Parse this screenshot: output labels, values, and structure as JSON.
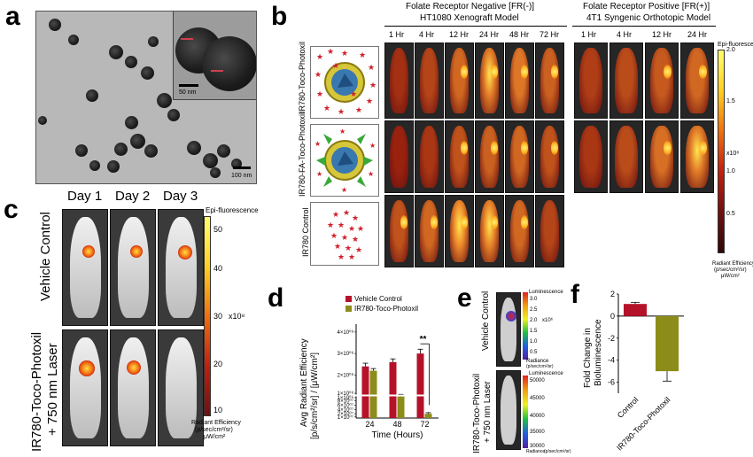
{
  "panel_labels": {
    "a": "a",
    "b": "b",
    "c": "c",
    "d": "d",
    "e": "e",
    "f": "f"
  },
  "panel_a": {
    "inset_scale": "50 nm",
    "main_scale": "100 nm"
  },
  "panel_b": {
    "group1_title": "Folate Receptor Negative [FR(-)]",
    "group1_subtitle": "HT1080 Xenograft Model",
    "group2_title": "Folate Receptor Positive [FR(+)]",
    "group2_subtitle": "4T1 Syngenic Orthotopic Model",
    "group1_times": [
      "1 Hr",
      "4 Hr",
      "12 Hr",
      "24 Hr",
      "48 Hr",
      "72 Hr"
    ],
    "group2_times": [
      "1 Hr",
      "4 Hr",
      "12 Hr",
      "24 Hr"
    ],
    "row_labels": [
      "IR780-Toco-Photoxil",
      "IR780-FA-Toco-Photoxil",
      "IR780 Control"
    ],
    "colorbar_title": "Epi-fluorescence",
    "colorbar_ticks": [
      "2.0",
      "1.5",
      "1.0",
      "0.5"
    ],
    "colorbar_multiplier": "x10⁸",
    "colorbar_units_1": "Radiant Efficiency",
    "colorbar_units_2": "(p/sec/cm²/sr)",
    "colorbar_units_3": "μW/cm²"
  },
  "panel_c": {
    "days": [
      "Day 1",
      "Day 2",
      "Day 3"
    ],
    "row_labels": [
      "Vehicle Control",
      "IR780-Toco-Photoxil\n+ 750 nm Laser"
    ],
    "row_label_1": "Vehicle Control",
    "row_label_2a": "IR780-Toco-Photoxil",
    "row_label_2b": "+ 750 nm Laser",
    "colorbar_title": "Epi-fluorescence",
    "colorbar_ticks": [
      "50",
      "40",
      "30",
      "20",
      "10"
    ],
    "colorbar_multiplier": "x10⁸",
    "colorbar_units_1": "Radiant Efficiency",
    "colorbar_units_2": "(p/sec/cm²/sr)",
    "colorbar_units_3": "μW/cm²"
  },
  "panel_e": {
    "row_label_1": "Vehicle Control",
    "row_label_2a": "IR780-Toco-Photoxil",
    "row_label_2b": "+ 750 nm Laser",
    "bar1_title": "Luminescence",
    "bar1_ticks": [
      "3.0",
      "2.5",
      "2.0",
      "1.5",
      "1.0",
      "0.5"
    ],
    "bar1_mult": "x10⁶",
    "bar1_units": "Radiance",
    "bar1_units2": "(p/sec/cm²/sr)",
    "bar2_title": "Luminescence",
    "bar2_ticks": [
      "50000",
      "45000",
      "40000",
      "35000",
      "30000"
    ],
    "bar2_units": "Radiance",
    "bar2_units2": "(p/sec/cm²/sr)"
  },
  "chart_data": [
    {
      "type": "bar",
      "panel": "d",
      "categories": [
        "24",
        "48",
        "72"
      ],
      "xlabel": "Time (Hours)",
      "ylabel_1": "Avg Radiant Efficiency",
      "ylabel_2": "[p/s/cm²/sr] / [μW/cm²]",
      "ytick_labels": [
        "4×10⁰⁸",
        "3×10⁰⁸",
        "2×10⁰⁸",
        "1×10⁰⁸",
        "1×10⁰⁸",
        "8×10⁰⁷",
        "6×10⁰⁷",
        "4×10⁰⁷",
        "2×10⁰⁷",
        "1×10⁰⁷"
      ],
      "series": [
        {
          "name": "Vehicle Control",
          "color": "#b5122a",
          "values": [
            2.4,
            2.6,
            3.0
          ],
          "errors": [
            0.15,
            0.15,
            0.2
          ]
        },
        {
          "name": "IR780-Toco-Photoxil",
          "color": "#8b8c1a",
          "values": [
            2.2,
            1.0,
            0.2
          ],
          "errors": [
            0.1,
            0.1,
            0.05
          ]
        }
      ],
      "annotation": "**",
      "ylim": [
        0,
        4.2
      ],
      "axis_break": true
    },
    {
      "type": "bar",
      "panel": "f",
      "categories": [
        "Control",
        "IR780-Toco-Photoxil"
      ],
      "ylabel_1": "Fold Change in",
      "ylabel_2": "Bioluminescence",
      "yticks": [
        2,
        0,
        -2,
        -4,
        -6
      ],
      "ylim": [
        -7,
        2
      ],
      "series": [
        {
          "name": "",
          "values": [
            1.1,
            -5.0
          ],
          "errors": [
            0.15,
            0.9
          ],
          "colors": [
            "#b5122a",
            "#8b8c1a"
          ]
        }
      ]
    }
  ]
}
